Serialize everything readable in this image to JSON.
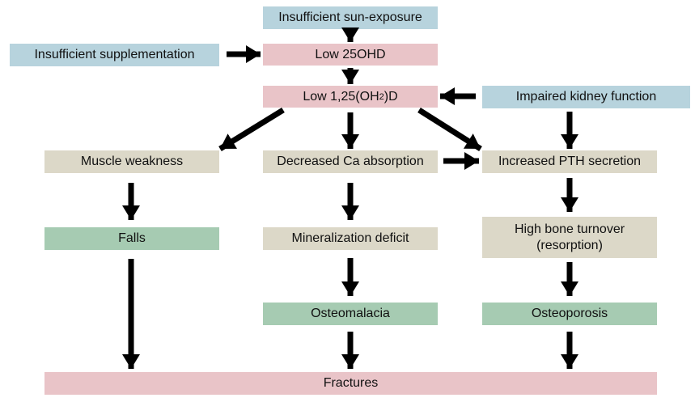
{
  "nodes": {
    "sun_exposure": "Insufficient sun-exposure",
    "supplementation": "Insufficient supplementation",
    "low_25ohd": "Low 25OHD",
    "low_125_prefix": "Low 1,25(OH",
    "low_125_sub": "2",
    "low_125_suffix": ")D",
    "kidney": "Impaired kidney function",
    "muscle": "Muscle weakness",
    "ca_absorption": "Decreased Ca absorption",
    "pth": "Increased PTH secretion",
    "falls": "Falls",
    "mineralization": "Mineralization deficit",
    "bone_turnover_line1": "High bone turnover",
    "bone_turnover_line2": "(resorption)",
    "osteomalacia": "Osteomalacia",
    "osteoporosis": "Osteoporosis",
    "fractures": "Fractures"
  },
  "colors": {
    "cause": "#b7d3dd",
    "biochemical": "#e9c4c8",
    "mechanism": "#dcd8c8",
    "outcome": "#a6cbb2",
    "arrow": "#000000"
  }
}
